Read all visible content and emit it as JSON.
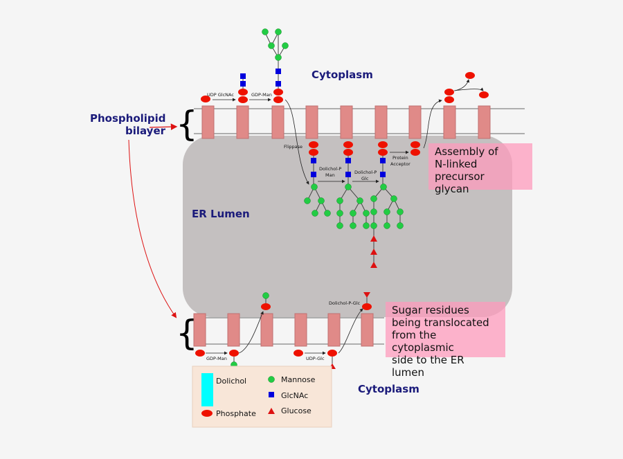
{
  "labels": {
    "cytoplasm_top": "Cytoplasm",
    "cytoplasm_bottom": "Cytoplasm",
    "er_lumen": "ER Lumen",
    "phospholipid_line1": "Phospholipid",
    "phospholipid_line2": "bilayer",
    "udp_glcnac": "UDP GlcNAc",
    "gdp_man_top": "GDP-Man",
    "flippase": "Flippase",
    "dolichol_p_man_1": "Dolichol-P",
    "dolichol_p_man_2": "Man",
    "dolichol_p_glc_1": "Dolichol-P",
    "dolichol_p_glc_2": "Glc",
    "protein_acceptor_1": "Protein",
    "protein_acceptor_2": "Acceptor",
    "gdp_man_bottom": "GDP-Man",
    "udp_glc": "UDP-Glc",
    "dolichol_p_glc_bottom": "Dolichol-P-Glc"
  },
  "notes": {
    "assembly": [
      "Assembly of",
      "N-linked precursor",
      "glycan"
    ],
    "translocation": [
      "Sugar residues",
      "being translocated",
      "from the cytoplasmic",
      "side to the ER lumen"
    ]
  },
  "legend": {
    "dolichol": "Dolichol",
    "phosphate": "Phosphate",
    "mannose": "Mannose",
    "glcnac": "GlcNAc",
    "glucose": "Glucose"
  },
  "colors": {
    "lumen": "#c4c0c0",
    "dolichol_bar": "#e08a88",
    "phosphate": "#ee1100",
    "mannose": "#22cc44",
    "glcnac": "#0000dd",
    "glucose": "#dd1111",
    "note_bg": "#ff99bb",
    "legend_bg": "#f8e6d8",
    "title_text": "#1a1a7a"
  }
}
